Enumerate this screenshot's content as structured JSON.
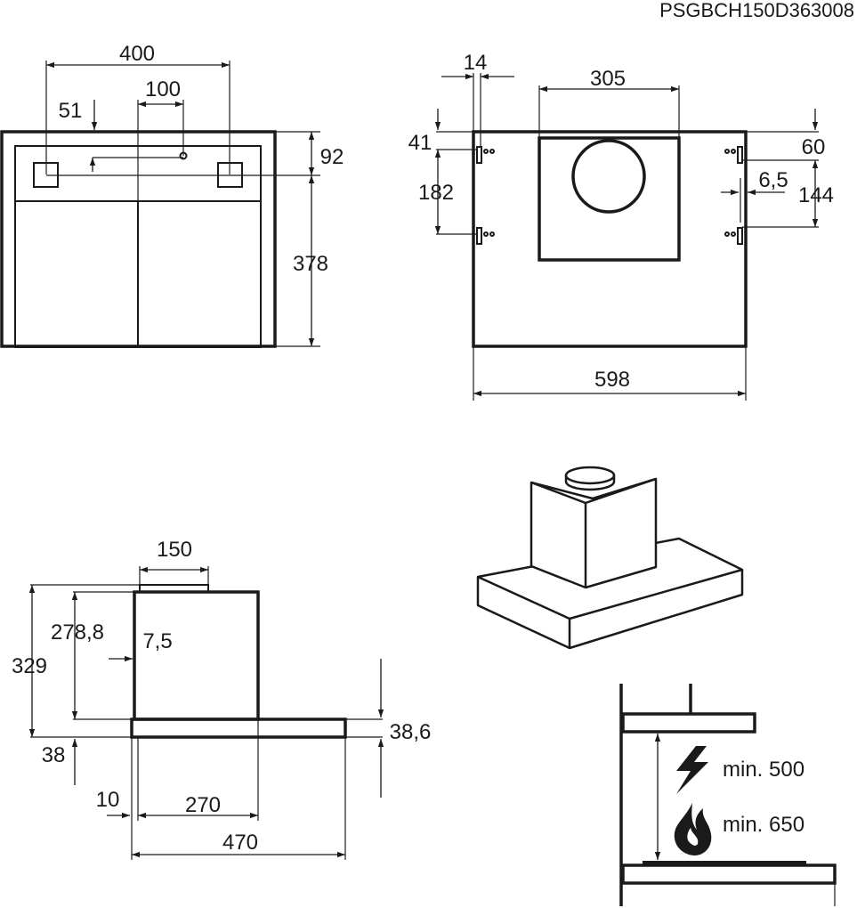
{
  "model_code": "PSGBCH150D363008",
  "front_view": {
    "width_400": "400",
    "width_100": "100",
    "offset_51": "51",
    "height_92": "92",
    "height_378": "378"
  },
  "top_view": {
    "dim_14": "14",
    "dim_305": "305",
    "dim_41": "41",
    "dim_182": "182",
    "dim_60": "60",
    "dim_6_5": "6,5",
    "dim_144": "144",
    "width_598": "598"
  },
  "side_view": {
    "dim_150": "150",
    "dim_278_8": "278,8",
    "dim_7_5": "7,5",
    "dim_329": "329",
    "dim_38": "38",
    "dim_38_6": "38,6",
    "dim_10": "10",
    "dim_270": "270",
    "dim_470": "470"
  },
  "clearance": {
    "electric_label": "min. 500",
    "gas_label": "min. 650",
    "electric_icon": "lightning-icon",
    "gas_icon": "flame-icon"
  }
}
